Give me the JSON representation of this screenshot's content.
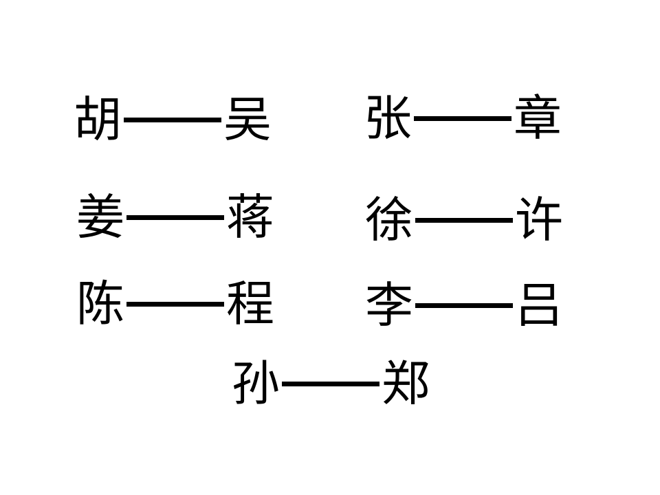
{
  "pairs": [
    {
      "left": "胡",
      "right": "吴"
    },
    {
      "left": "张",
      "right": "章"
    },
    {
      "left": "姜",
      "right": "蒋"
    },
    {
      "left": "徐",
      "right": "许"
    },
    {
      "left": "陈",
      "right": "程"
    },
    {
      "left": "李",
      "right": "吕"
    },
    {
      "left": "孙",
      "right": "郑"
    }
  ]
}
